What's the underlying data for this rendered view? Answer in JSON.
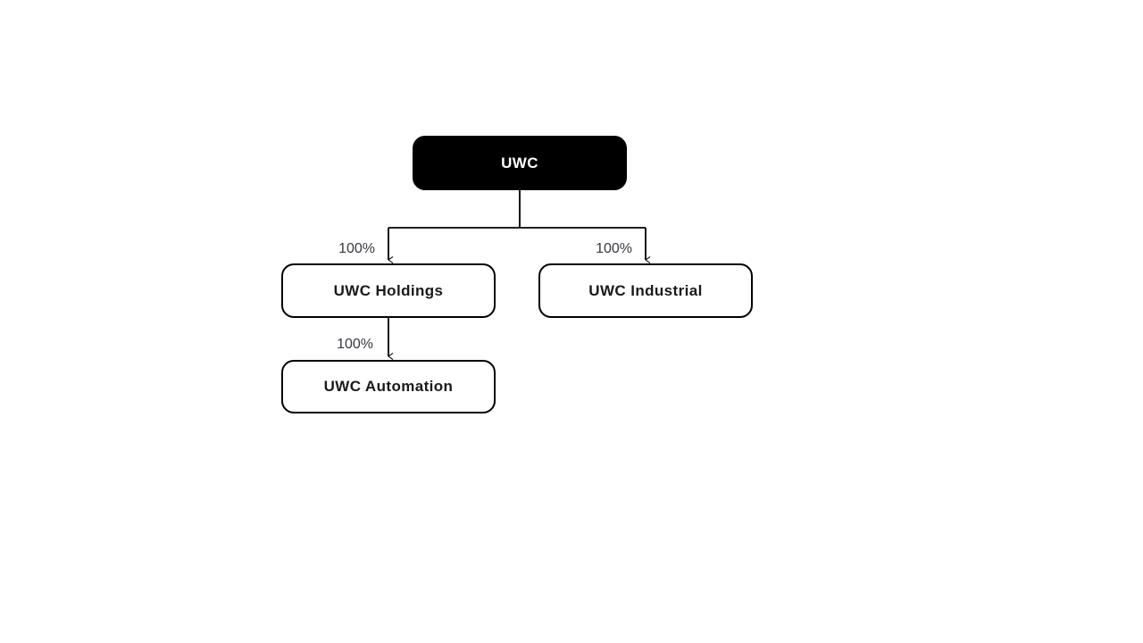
{
  "diagram": {
    "type": "org-chart",
    "background": "#ffffff",
    "nodes": [
      {
        "id": "uwc",
        "label": "UWC",
        "role": "root",
        "fill": "#000000",
        "text_color": "#ffffff",
        "border_color": "#000000"
      },
      {
        "id": "uwc-holdings",
        "label": "UWC Holdings",
        "role": "subsidiary",
        "fill": "#ffffff",
        "text_color": "#1a1a1a",
        "border_color": "#000000"
      },
      {
        "id": "uwc-industrial",
        "label": "UWC Industrial",
        "role": "subsidiary",
        "fill": "#ffffff",
        "text_color": "#1a1a1a",
        "border_color": "#000000"
      },
      {
        "id": "uwc-automation",
        "label": "UWC Automation",
        "role": "subsidiary",
        "fill": "#ffffff",
        "text_color": "#1a1a1a",
        "border_color": "#000000"
      }
    ],
    "edges": [
      {
        "from": "UWC",
        "to": "UWC Holdings",
        "label": "100%"
      },
      {
        "from": "UWC",
        "to": "UWC Industrial",
        "label": "100%"
      },
      {
        "from": "UWC Holdings",
        "to": "UWC Automation",
        "label": "100%"
      }
    ],
    "colors": {
      "connector_line": "#000000",
      "edge_label_text": "#38383f"
    }
  }
}
